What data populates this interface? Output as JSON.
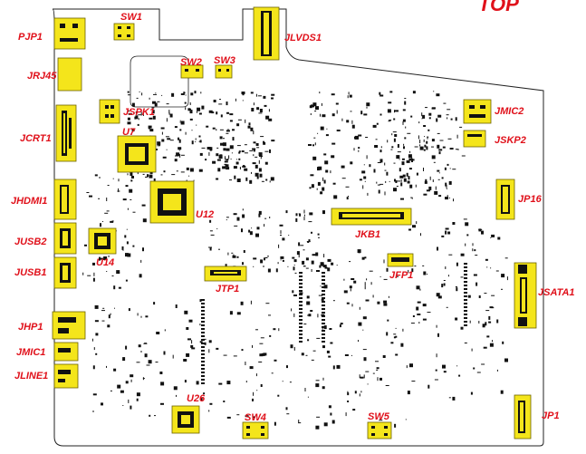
{
  "title": "TOP",
  "components": [
    {
      "id": "PJP1",
      "label": "PJP1"
    },
    {
      "id": "SW1",
      "label": "SW1"
    },
    {
      "id": "JLVDS1",
      "label": "JLVDS1"
    },
    {
      "id": "JRJ45",
      "label": "JRJ45"
    },
    {
      "id": "SW2",
      "label": "SW2"
    },
    {
      "id": "SW3",
      "label": "SW3"
    },
    {
      "id": "JSPK1",
      "label": "JSPK1"
    },
    {
      "id": "JMIC2",
      "label": "JMIC2"
    },
    {
      "id": "JCRT1",
      "label": "JCRT1"
    },
    {
      "id": "U7",
      "label": "U7"
    },
    {
      "id": "JSKP2",
      "label": "JSKP2"
    },
    {
      "id": "JHDMI1",
      "label": "JHDMI1"
    },
    {
      "id": "U12",
      "label": "U12"
    },
    {
      "id": "JP16",
      "label": "JP16"
    },
    {
      "id": "JKB1",
      "label": "JKB1"
    },
    {
      "id": "JUSB2",
      "label": "JUSB2"
    },
    {
      "id": "U14",
      "label": "U14"
    },
    {
      "id": "JUSB1",
      "label": "JUSB1"
    },
    {
      "id": "JFP1",
      "label": "JFP1"
    },
    {
      "id": "JSATA1",
      "label": "JSATA1"
    },
    {
      "id": "JTP1",
      "label": "JTP1"
    },
    {
      "id": "JHP1",
      "label": "JHP1"
    },
    {
      "id": "JMIC1",
      "label": "JMIC1"
    },
    {
      "id": "JLINE1",
      "label": "JLINE1"
    },
    {
      "id": "U26",
      "label": "U26"
    },
    {
      "id": "JP1",
      "label": "JP1"
    },
    {
      "id": "SW4",
      "label": "SW4"
    },
    {
      "id": "SW5",
      "label": "SW5"
    }
  ],
  "colors": {
    "component_fill": "#f4e51b",
    "label": "#e0101a",
    "outline": "#111111"
  }
}
